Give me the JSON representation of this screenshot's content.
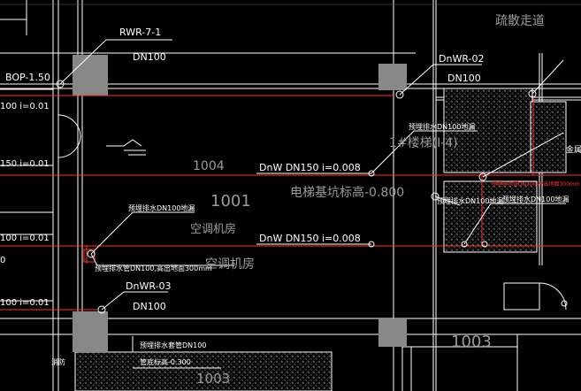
{
  "drawing": {
    "areas": {
      "evac": "疏散走道",
      "room_1004": "1004",
      "room_1001": "1001",
      "ac_room_1": "空调机房",
      "ac_room_2": "空调机房",
      "room_1003": "1003",
      "room_1003b": "1003",
      "corner_label": "消防"
    },
    "pipes": {
      "rwr71_tag": "RWR-7-1",
      "rwr71_size": "DN100",
      "dnwr02_tag": "DnWR-02",
      "dnwr02_size": "DN100",
      "dnwr03_tag": "DnWR-03",
      "dnwr03_size": "DN100",
      "bop": "BOP-1.50",
      "slope1": "100 i=0.01",
      "slope2": "150 i=0.01",
      "slope3": "100 i=0.01",
      "slope4": "100 i=0.01",
      "main1": "DnW DN150 i=0.008",
      "main2": "DnW DN150 i=0.008",
      "tag_left_0": "0"
    },
    "notes": {
      "floor_drain_a": "预埋排水DN100地漏",
      "floor_drain_b": "预埋排水DN100地漏",
      "floor_drain_c": "预埋排水DN100地漏",
      "floor_drain_d": "预埋排水DN100地漏",
      "drain_pipe": "预埋排水管DN100,高出地面300mm",
      "sleeve": "预埋排水套管DN100",
      "sleeve_elev": "管底标高-0.300",
      "elevator": "电梯基坑标高-0.800",
      "stair": "1#楼梯(Ⅰ-4)",
      "red_note": "预埋排水管DN100,高出地面300mm",
      "right_note": "金属"
    },
    "colors": {
      "background": "#000000",
      "line": "#ffffff",
      "red": "#ff3030",
      "grid": "#9a9a9a"
    }
  }
}
